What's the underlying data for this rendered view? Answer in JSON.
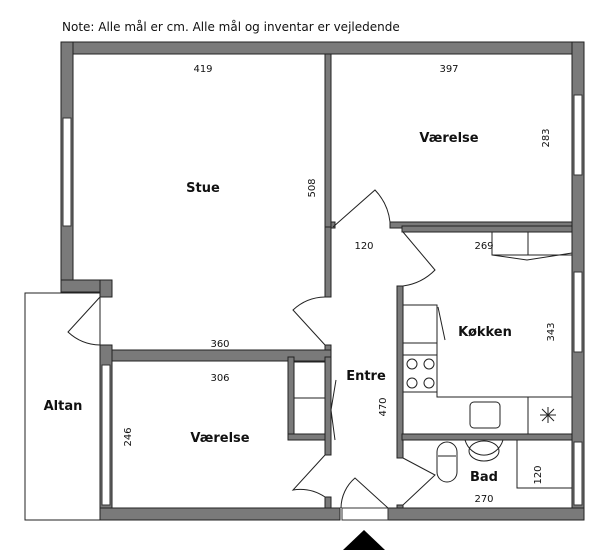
{
  "note": "Note: Alle mål er cm. Alle mål og inventar er vejledende",
  "rooms": {
    "stue": {
      "label": "Stue",
      "width": "419",
      "depth": "508",
      "bottom": "360"
    },
    "vaerelse_top": {
      "label": "Værelse",
      "width": "397",
      "depth": "283"
    },
    "koekken": {
      "label": "Køkken",
      "width": "269",
      "depth": "343"
    },
    "entre": {
      "label": "Entre",
      "width": "120",
      "depth": "470"
    },
    "vaerelse_bottom": {
      "label": "Værelse",
      "width": "306",
      "depth": "246"
    },
    "bad": {
      "label": "Bad",
      "width": "270",
      "shower": "120"
    },
    "altan": {
      "label": "Altan"
    }
  },
  "colors": {
    "wall": "#7a7a7a",
    "line": "#222222"
  }
}
